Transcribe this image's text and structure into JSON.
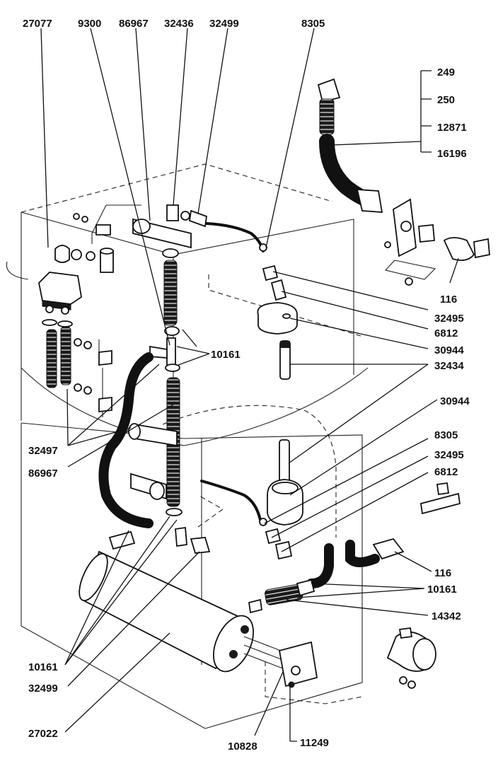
{
  "labels": [
    "27077",
    "9300",
    "86967",
    "32436",
    "32499",
    "8305",
    "249",
    "250",
    "12871",
    "16196",
    "116",
    "32495",
    "6812",
    "30944",
    "32434",
    "10161",
    "30944",
    "8305",
    "32495",
    "6812",
    "32497",
    "86967",
    "116",
    "10161",
    "14342",
    "10161",
    "32499",
    "27022",
    "10828",
    "11249"
  ]
}
